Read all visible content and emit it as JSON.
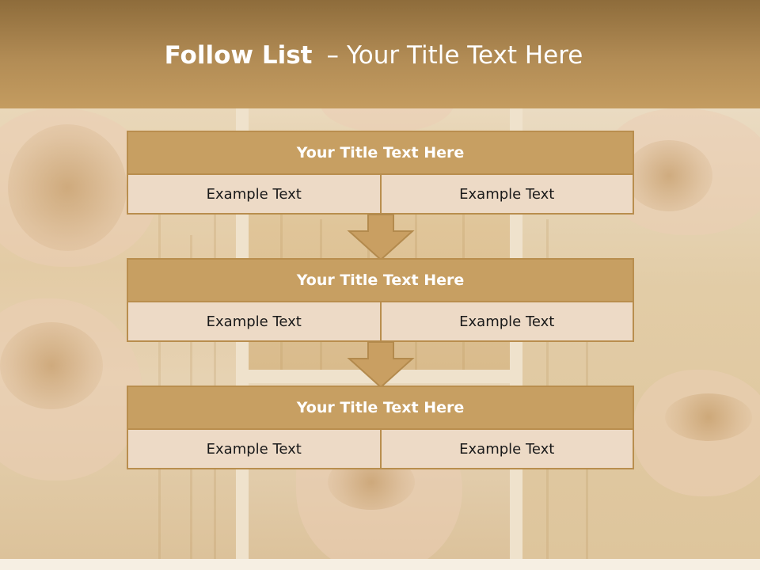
{
  "header": {
    "title_strong": "Follow List",
    "title_dash": "–",
    "title_rest": "Your Title Text Here"
  },
  "steps": [
    {
      "title": "Your Title Text Here",
      "left": "Example Text",
      "right": "Example Text"
    },
    {
      "title": "Your Title Text Here",
      "left": "Example Text",
      "right": "Example Text"
    },
    {
      "title": "Your Title Text Here",
      "left": "Example Text",
      "right": "Example Text"
    }
  ],
  "colors": {
    "header_top": "#8e6c3b",
    "header_bottom": "#c49c60",
    "block_title": "#c79f62",
    "block_border": "#b98e4e",
    "cell_fill": "#eddac6",
    "arrow": "#c99f62"
  },
  "icons": [
    "down-arrow-icon",
    "down-arrow-icon"
  ]
}
